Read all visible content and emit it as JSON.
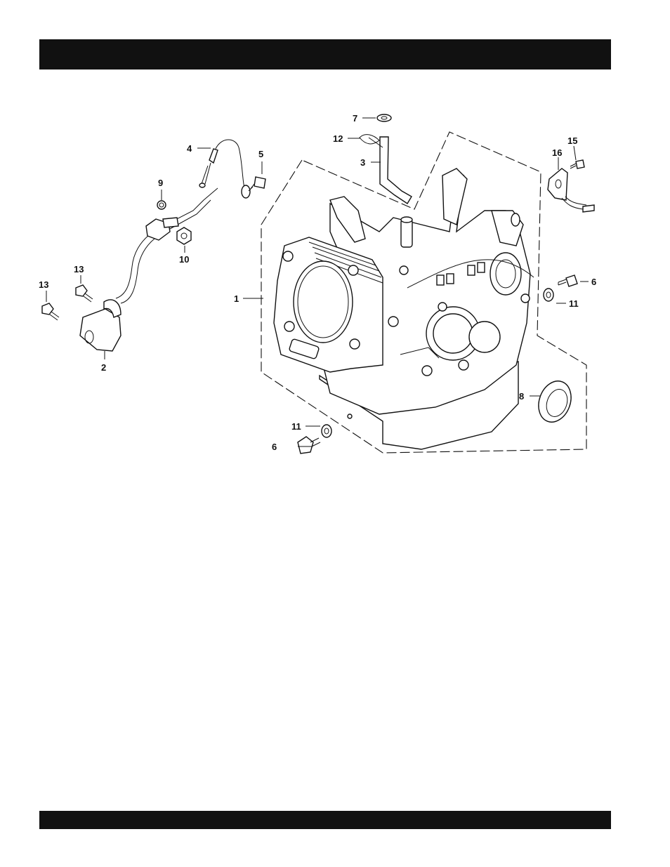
{
  "callouts": {
    "c1": "1",
    "c2": "2",
    "c3": "3",
    "c4": "4",
    "c5": "5",
    "c6a": "6",
    "c6b": "6",
    "c7": "7",
    "c8": "8",
    "c9": "9",
    "c10": "10",
    "c11a": "11",
    "c11b": "11",
    "c12": "12",
    "c13a": "13",
    "c13b": "13",
    "c15": "15",
    "c16": "16"
  },
  "colors": {
    "bar": "#111111",
    "ink": "#111111",
    "paper": "#ffffff"
  }
}
